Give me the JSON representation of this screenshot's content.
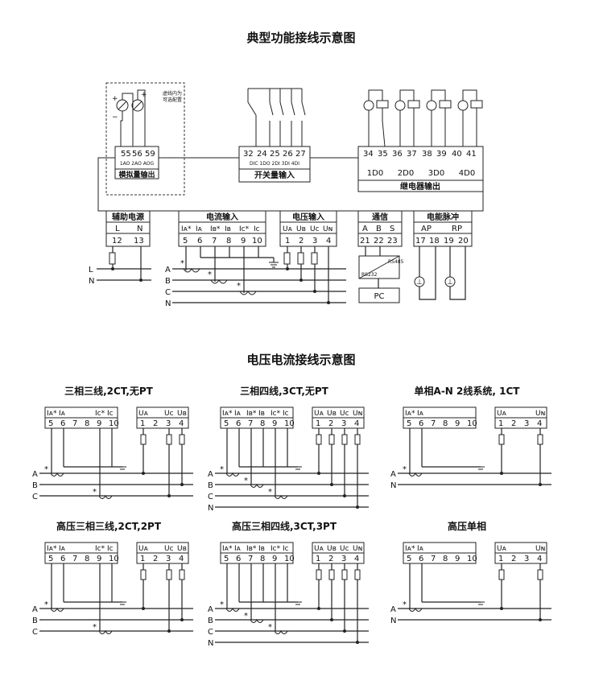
{
  "main_title": "典型功能接线示意图",
  "section2_title": "电压电流接线示意图",
  "top": {
    "analog": {
      "terminals": [
        "55",
        "56",
        "59"
      ],
      "signals": "1AO 2AO AOG",
      "label": "模拟量输出",
      "note_line1": "虚线内为",
      "note_line2": "可选配置"
    },
    "switch": {
      "terminals": [
        "32",
        "24",
        "25",
        "26",
        "27"
      ],
      "signals": "DIC 1DO 2DI 3DI 4DI",
      "label": "开关量输入"
    },
    "relay": {
      "terminals": [
        "34",
        "35",
        "36",
        "37",
        "38",
        "39",
        "40",
        "41"
      ],
      "groups": [
        "1D0",
        "2D0",
        "3D0",
        "4D0"
      ],
      "label": "继电器输出"
    },
    "aux": {
      "label": "辅助电源",
      "cols": [
        "L",
        "N"
      ],
      "terminals": [
        "12",
        "13"
      ]
    },
    "current": {
      "label": "电流输入",
      "cols": [
        "Iᴀ*",
        "Iᴀ",
        "Iʙ*",
        "Iʙ",
        "Iᴄ*",
        "Iᴄ"
      ],
      "terminals": [
        "5",
        "6",
        "7",
        "8",
        "9",
        "10"
      ]
    },
    "voltage": {
      "label": "电压输入",
      "cols": [
        "Uᴀ",
        "Uʙ",
        "Uᴄ",
        "Uɴ"
      ],
      "terminals": [
        "1",
        "2",
        "3",
        "4"
      ]
    },
    "comm": {
      "label": "通信",
      "cols": [
        "A",
        "B",
        "S"
      ],
      "terminals": [
        "21",
        "22",
        "23"
      ]
    },
    "pulse": {
      "label": "电能脉冲",
      "cols": [
        "AP",
        "RP"
      ],
      "terminals": [
        "17",
        "18",
        "19",
        "20"
      ]
    },
    "rs485": "RS485",
    "rs232": "RS232",
    "pc": "PC",
    "power_lines": [
      "L",
      "N"
    ],
    "phase_lines": [
      "A",
      "B",
      "C",
      "N"
    ]
  },
  "diagrams": [
    {
      "title": "三相三线,2CT,无PT",
      "i_cols": [
        "Iᴀ*",
        "Iᴀ",
        "",
        "",
        "Iᴄ*",
        "Iᴄ"
      ],
      "u_cols": [
        "Uᴀ",
        "",
        "Uᴄ",
        "Uʙ"
      ],
      "lines": [
        "A",
        "B",
        "C"
      ]
    },
    {
      "title": "三相四线,3CT,无PT",
      "i_cols": [
        "Iᴀ*",
        "Iᴀ",
        "Iʙ*",
        "Iʙ",
        "Iᴄ*",
        "Iᴄ"
      ],
      "u_cols": [
        "Uᴀ",
        "Uʙ",
        "Uᴄ",
        "Uɴ"
      ],
      "lines": [
        "A",
        "B",
        "C",
        "N"
      ]
    },
    {
      "title": "单相A-N 2线系统, 1CT",
      "i_cols": [
        "Iᴀ*",
        "Iᴀ",
        "",
        "",
        "",
        ""
      ],
      "u_cols": [
        "Uᴀ",
        "",
        "",
        "Uɴ"
      ],
      "lines": [
        "A",
        "N"
      ]
    },
    {
      "title": "高压三相三线,2CT,2PT",
      "i_cols": [
        "Iᴀ*",
        "Iᴀ",
        "",
        "",
        "Iᴄ*",
        "Iᴄ"
      ],
      "u_cols": [
        "Uᴀ",
        "",
        "Uᴄ",
        "Uʙ"
      ],
      "lines": [
        "A",
        "B",
        "C"
      ]
    },
    {
      "title": "高压三相四线,3CT,3PT",
      "i_cols": [
        "Iᴀ*",
        "Iᴀ",
        "Iʙ*",
        "Iʙ",
        "Iᴄ*",
        "Iᴄ"
      ],
      "u_cols": [
        "Uᴀ",
        "Uʙ",
        "Uᴄ",
        "Uɴ"
      ],
      "lines": [
        "A",
        "B",
        "C",
        "N"
      ]
    },
    {
      "title": "高压单相",
      "i_cols": [
        "Iᴀ*",
        "Iᴀ",
        "",
        "",
        "",
        ""
      ],
      "u_cols": [
        "Uᴀ",
        "",
        "",
        "Uɴ"
      ],
      "lines": [
        "A",
        "N"
      ]
    }
  ],
  "small_i_terminals": [
    "5",
    "6",
    "7",
    "8",
    "9",
    "10"
  ],
  "small_u_terminals": [
    "1",
    "2",
    "3",
    "4"
  ],
  "star": "*"
}
